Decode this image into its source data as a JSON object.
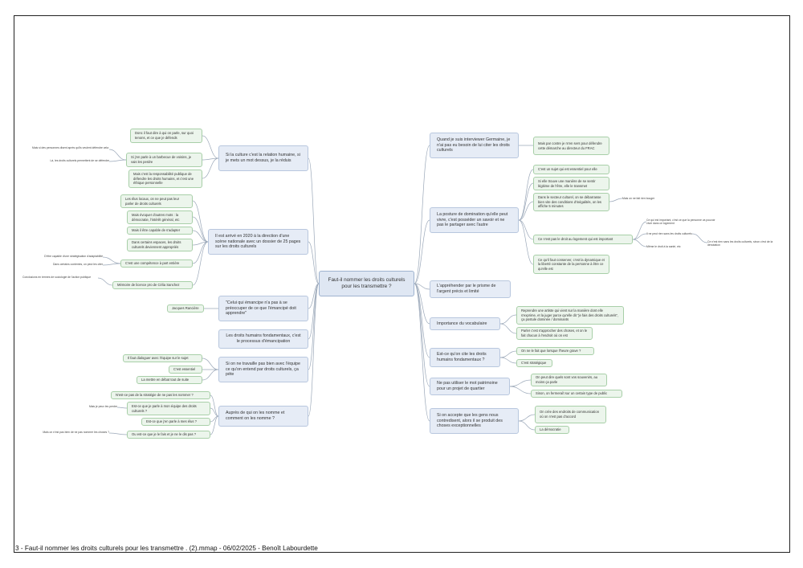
{
  "root": "Faut-il nommer les droits culturels pour les transmettre ?",
  "left": [
    {
      "title": "Si la culture c'est la relation humaine, si je mets un mot dessus, je la réduis",
      "children": [
        "Donc il faut dire à qui on parle, sur quoi tenons, et ce que je défends",
        "Si j'en parle à un barbecue de voisins, je vais les perdre",
        "Mais c'est la responsabilité publique de défendre les droits humains, et c'est une éthique personnelle"
      ],
      "notes": [
        "Mais si des personnes disent après qu'ils veulent défendre cela devant lui/u",
        "Là, les droits culturels permettent de se défendre"
      ]
    },
    {
      "title": "Il est arrivé en 2020 à la direction d'une scène nationale avec un dossier de 25 pages sur les droits culturels",
      "children": [
        "Les élus locaux, on ne peut pas leur parler de droits culturels",
        "Mais évoquer d'autres mots : la démocratie, l'intérêt général, etc",
        "Mais il être capable de s'adapter",
        "Dans certains espaces, les droits culturels deviennent appropriés",
        "C'est une compétence à part entière",
        "Mémoire de licence pro de Célia Sanchez"
      ],
      "notes": [
        "D'être capable d'une stratégisation d'adaptabilité",
        "Dans certains contextes, on peut les citer",
        "Conclusions en termes de sociologie de l'action publique"
      ]
    },
    {
      "title": "\"Celui qui émancipe n'a pas à se préoccuper de ce que l'émancipé doit apprendre\"",
      "children": [
        "Jacques Rancière"
      ]
    },
    {
      "title": "Les droits humains fondamentaux, c'est le processus d'émancipation",
      "children": []
    },
    {
      "title": "Si on ne travaille pas bien avec l'équipe ce qu'on entend par droits culturels, ça pète",
      "children": [
        "Il faut dialoguer avec l'équipe sur le sujet",
        "C'est essentiel",
        "La mettre en débat tout de suite"
      ]
    },
    {
      "title": "Auprès de qui on les nomme et comment on les nomme ?",
      "children": [
        "N'est-ce pas de la stratégie de ne pas les nommer ?",
        "Est-ce que je parle à mon équipe des droits culturels ?",
        "Est-ce que j'en parle à mes élus ?",
        "Ou est-ce que je le fais et je ne le dis pas ?"
      ],
      "notes": [
        "Mais je peux les perdre",
        "Mais on n'est pas bien de ne pas nommer les choses ?"
      ]
    }
  ],
  "right": [
    {
      "title": "Quand je suis interviewer Germaine, je n'ai pas eu besoin de lui citer les droits culturels",
      "children": [
        "Mais par contre je m'en sers pour défendre cette démarche au directeur du FRAC"
      ]
    },
    {
      "title": "La posture de domination qu'elle peut vivre, c'est posséder un savoir et ne pas le partager avec l'autre",
      "children": [
        "C'est un sujet qui est essentiel pour elle",
        "Si elle trouve une manière de se sentir légitime de l'être, elle le transmet",
        "Dans le secteur culturel, on se débarrasse bien vite des conditions d'inégalités, on les affiche 5 minutes",
        "Ce n'est pas le droit au logement qui est important",
        "Ce qu'il faut conserver, c'est la dynamique et la liberté constante de la personne à être ce qu'elle est"
      ],
      "notes": [
        "Mais on ne fait rien bouger",
        "Ce qui est important, c'est ce que la personne va pouvoir vivre dans ce logement",
        "Il ne peut rien sans les droits culturels",
        "Même le droit à la santé, etc",
        "Ce n'est rien sans les droits culturels, sinon c'est de la dénotation"
      ]
    },
    {
      "title": "L'appréhender par le prisme de l'argent précis et limité",
      "children": []
    },
    {
      "title": "Importance du vocabulaire",
      "children": [
        "Reprendre une artiste qui vient sur la manière dont elle s'exprime, et la juger parce qu'elle dit \"je fais des droits culturels\", ça postule dominée / dominants",
        "Parler c'est s'approcher des choses, et on le fait chacun à l'endroit où on est"
      ]
    },
    {
      "title": "Est-ce qu'on cite les droits humains fondamentaux ?",
      "children": [
        "On ne le fait que lorsque l'heure grave ?",
        "C'est stratégique"
      ]
    },
    {
      "title": "Ne pas utiliser le mot patrimoine pour un projet de quartier",
      "children": [
        "On peut dire quels sont vos souvenirs, au moins ça parle",
        "Sinon, on fermeraît sur un certain type de public"
      ]
    },
    {
      "title": "Si on accepte que les gens nous contredisent, alors il se produit des choses exceptionnelles",
      "children": [
        "On crée des endroits de communication où on n'est pas d'accord",
        "La démocratie"
      ]
    }
  ],
  "footer": "3 - Faut-il nommer les droits culturels pour les transmettre . (2).mmap - 06/02/2025 - Benoît Labourdette",
  "colors": {
    "root_fill": "#dfe7f3",
    "main_fill": "#e6ecf6",
    "sub_fill": "#ecf5ec",
    "sub_border": "#a8cfa8",
    "line": "#9aa7b8"
  }
}
